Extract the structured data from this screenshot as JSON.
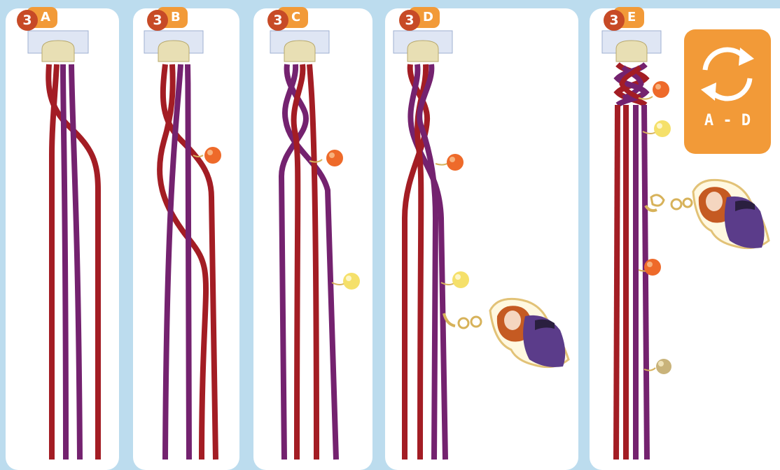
{
  "steps": [
    {
      "number": "3",
      "letter": "A"
    },
    {
      "number": "3",
      "letter": "B"
    },
    {
      "number": "3",
      "letter": "C"
    },
    {
      "number": "3",
      "letter": "D"
    },
    {
      "number": "3",
      "letter": "E"
    }
  ],
  "repeat_card": {
    "label": "A - D",
    "icon": "repeat-cycle-icon"
  },
  "colors": {
    "background": "#bcdcee",
    "panel": "#ffffff",
    "badge_orange": "#f29a38",
    "badge_circle": "#c74a26",
    "cord_red": "#a31d24",
    "cord_purple": "#74226f",
    "bead_orange": "#ee6a2a",
    "bead_yellow": "#f5e06a",
    "bead_gold": "#c9b37a"
  }
}
